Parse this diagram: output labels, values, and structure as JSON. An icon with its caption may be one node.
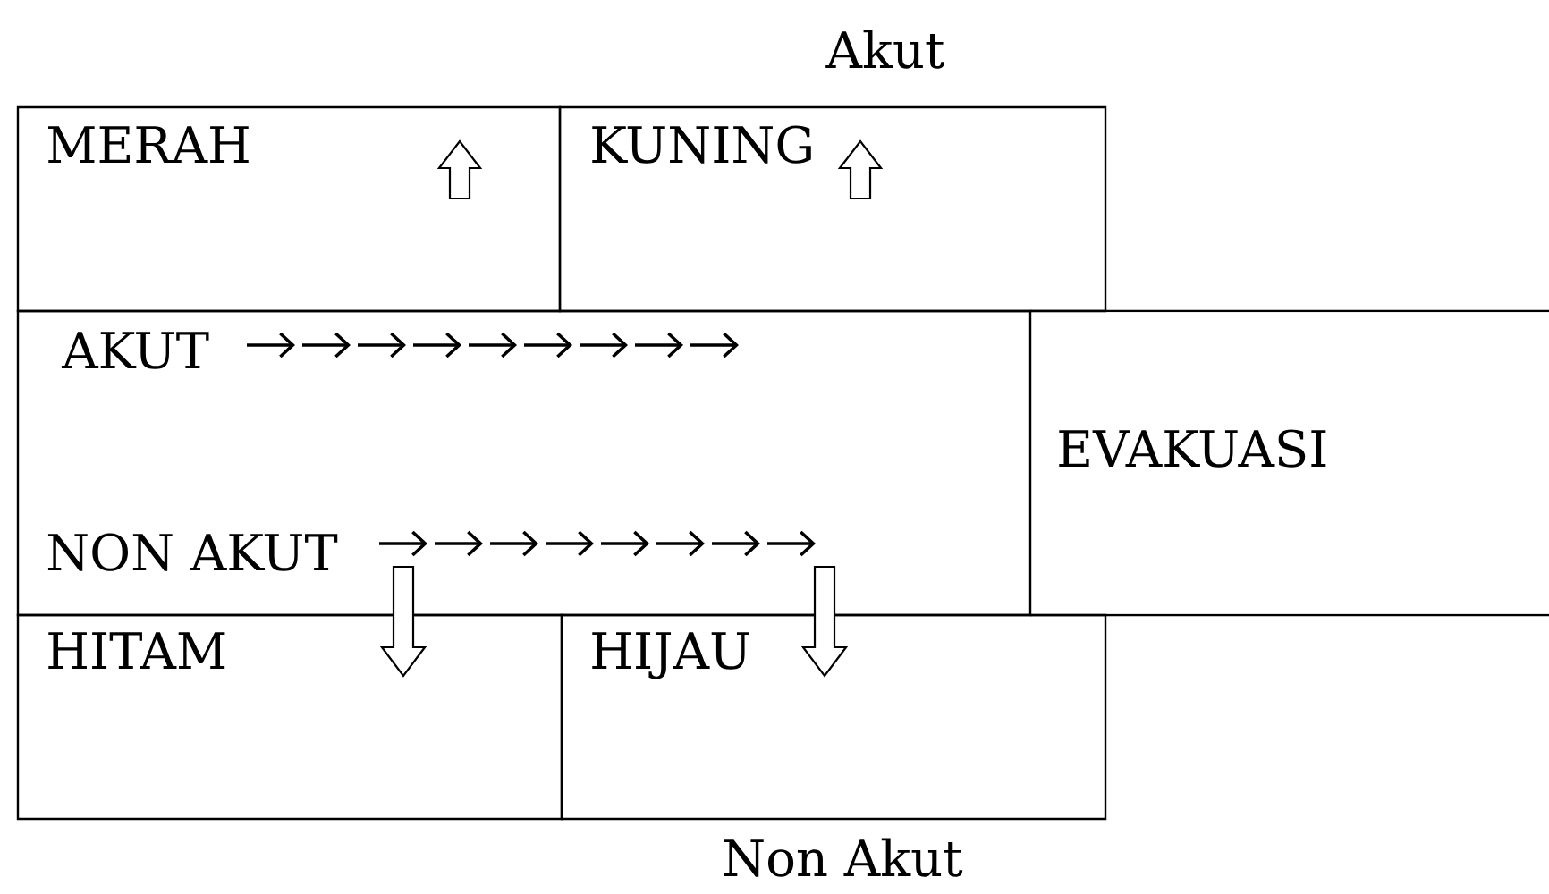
{
  "diagram": {
    "nodes": [
      {
        "text": [
          "MERAH"
        ]
      },
      {
        "text": [
          "KUNING"
        ]
      },
      {
        "text": [
          "AKUT",
          "NON AKUT"
        ]
      },
      {
        "text": [
          "EVAKUASI"
        ]
      },
      {
        "text": [
          "HITAM"
        ]
      },
      {
        "text": [
          "HIJAU"
        ]
      }
    ],
    "edges": [
      {
        "from": 2,
        "to": 4,
        "arrow": "to"
      },
      {
        "from": 2,
        "to": 5,
        "arrow": "to"
      }
    ],
    "labels": [
      "Akut",
      "Non Akut"
    ]
  }
}
